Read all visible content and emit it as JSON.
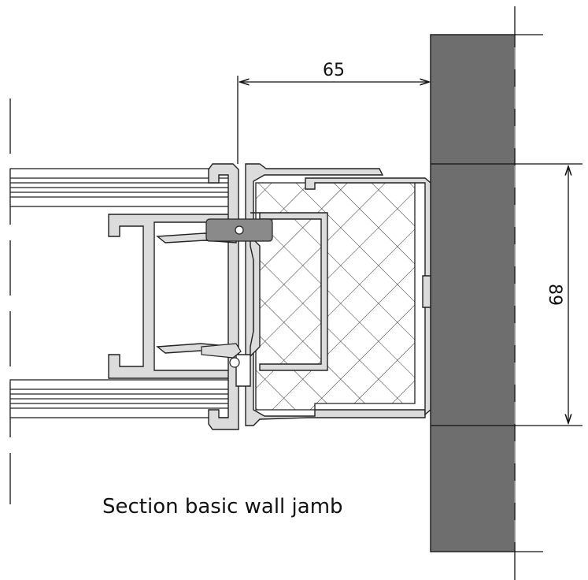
{
  "title": "Section basic wall jamb",
  "dimensions": {
    "width_label": "65",
    "height_label": "89"
  },
  "colors": {
    "wall": "#6e6e6e",
    "profile_fill": "#dcdcdc",
    "profile_stroke": "#222222",
    "gasket": "#8a8a8a",
    "line": "#111111",
    "background": "#ffffff"
  }
}
